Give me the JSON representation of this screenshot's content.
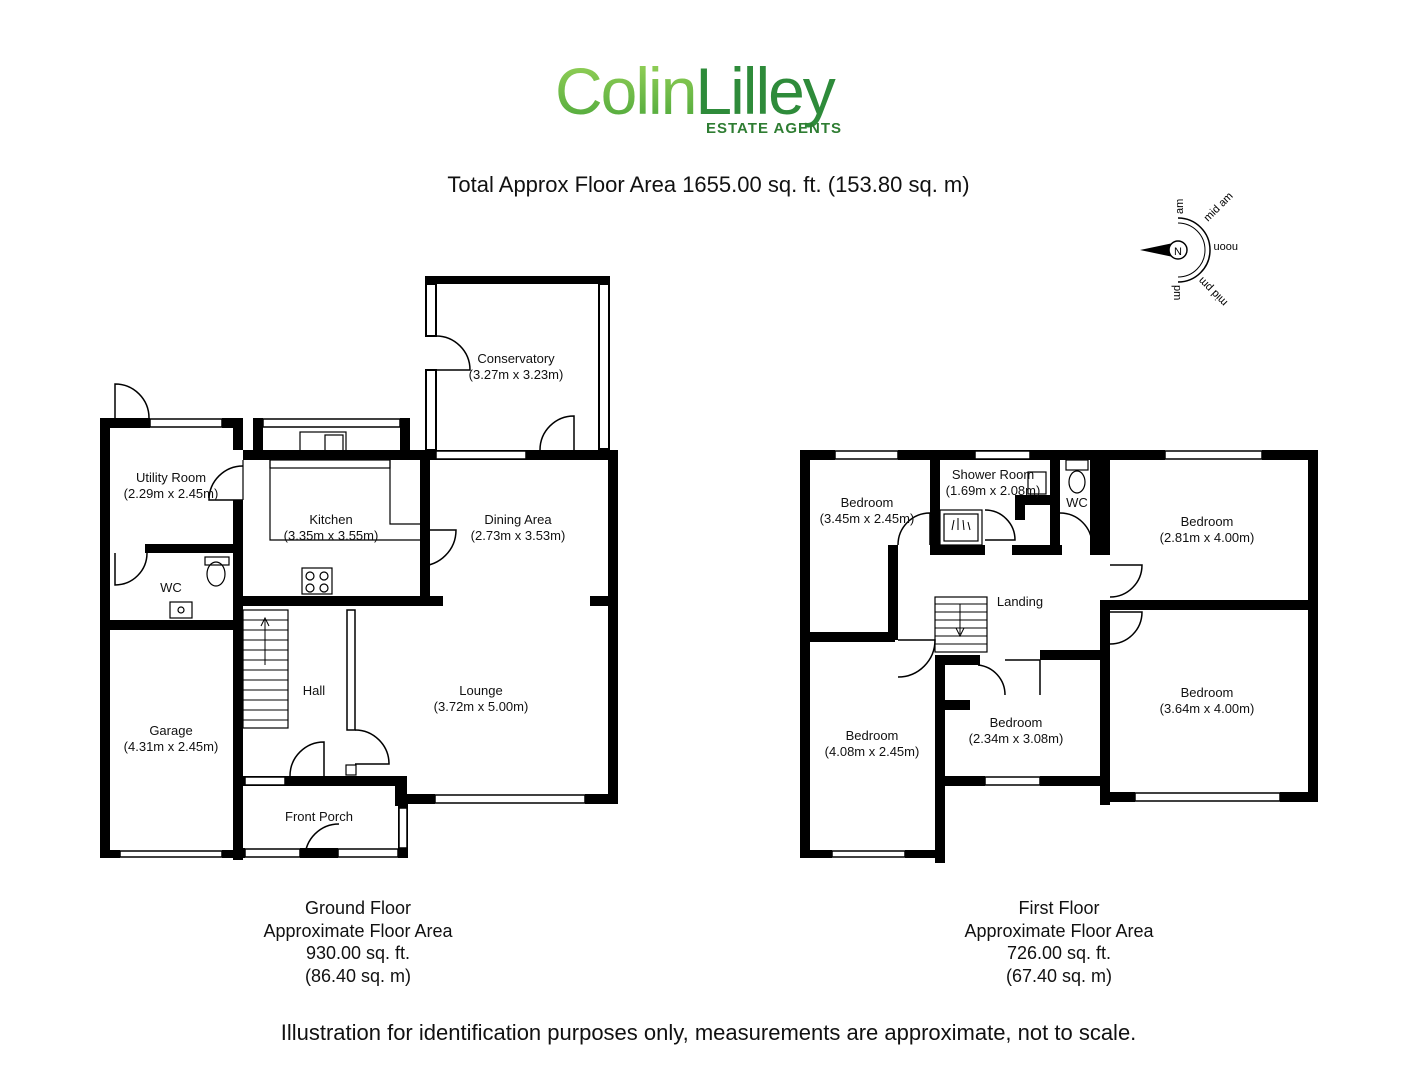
{
  "brand": {
    "name_part1": "Colin",
    "name_part2": "Lilley",
    "tagline": "ESTATE AGENTS",
    "color_light": "#7bc142",
    "color_dark": "#2e7d32"
  },
  "total_area": "Total Approx Floor Area 1655.00 sq. ft. (153.80 sq. m)",
  "compass": {
    "north": "N",
    "labels": {
      "am": "am",
      "mid_am": "mid am",
      "noon": "noon",
      "mid_pm": "mid pm",
      "pm": "pm"
    }
  },
  "ground_floor": {
    "rooms": {
      "conservatory": {
        "name": "Conservatory",
        "dims": "(3.27m x 3.23m)"
      },
      "utility": {
        "name": "Utility Room",
        "dims": "(2.29m x 2.45m)"
      },
      "kitchen": {
        "name": "Kitchen",
        "dims": "(3.35m x 3.55m)"
      },
      "dining": {
        "name": "Dining Area",
        "dims": "(2.73m x 3.53m)"
      },
      "wc": {
        "name": "WC"
      },
      "hall": {
        "name": "Hall"
      },
      "lounge": {
        "name": "Lounge",
        "dims": "(3.72m x 5.00m)"
      },
      "garage": {
        "name": "Garage",
        "dims": "(4.31m x 2.45m)"
      },
      "porch": {
        "name": "Front Porch"
      }
    },
    "label": {
      "title": "Ground Floor",
      "subtitle": "Approximate Floor Area",
      "sqft": "930.00 sq. ft.",
      "sqm": "(86.40 sq. m)"
    }
  },
  "first_floor": {
    "rooms": {
      "bed_nw": {
        "name": "Bedroom",
        "dims": "(3.45m x 2.45m)"
      },
      "shower": {
        "name": "Shower Room",
        "dims": "(1.69m x 2.08m)"
      },
      "wc": {
        "name": "WC"
      },
      "bed_ne": {
        "name": "Bedroom",
        "dims": "(2.81m x 4.00m)"
      },
      "landing": {
        "name": "Landing"
      },
      "bed_se": {
        "name": "Bedroom",
        "dims": "(3.64m x 4.00m)"
      },
      "bed_sw": {
        "name": "Bedroom",
        "dims": "(4.08m x 2.45m)"
      },
      "bed_small": {
        "name": "Bedroom",
        "dims": "(2.34m x 3.08m)"
      }
    },
    "label": {
      "title": "First Floor",
      "subtitle": "Approximate Floor Area",
      "sqft": "726.00 sq. ft.",
      "sqm": "(67.40 sq. m)"
    }
  },
  "disclaimer": "Illustration for identification purposes only, measurements are approximate, not to scale."
}
